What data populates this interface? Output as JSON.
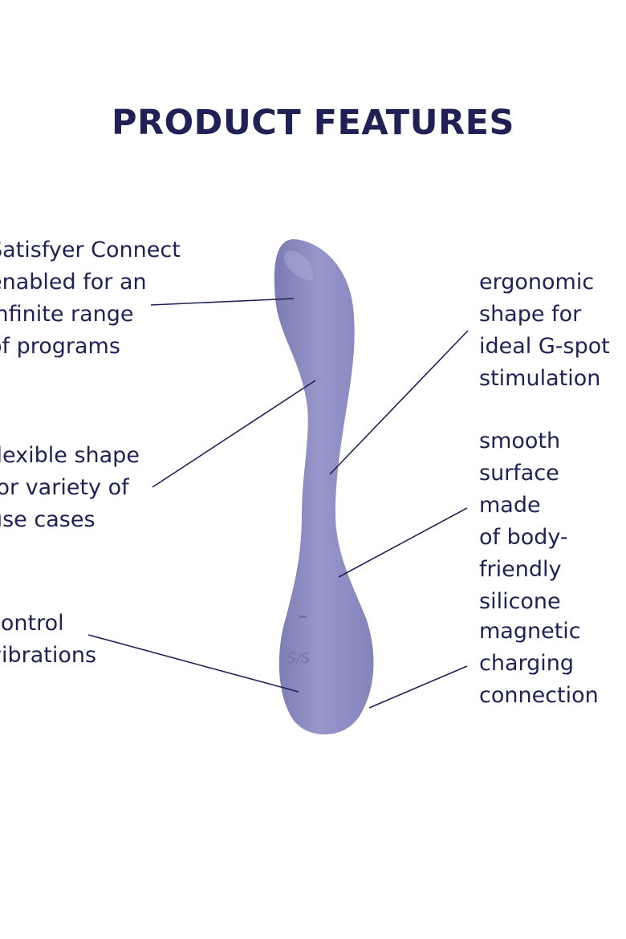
{
  "title": "PRODUCT FEATURES",
  "features": {
    "connect": "Satisfyer Connect\nenabled for an\ninfinite range\nof programs",
    "flexible": "flexible shape\nfor variety of\nuse cases",
    "control": "control\nvibrations",
    "ergonomic": "ergonomic\nshape for\nideal G-spot\nstimulation",
    "surface": "smooth\nsurface made\nof body-\nfriendly\nsilicone",
    "charging": "magnetic\ncharging\nconnection"
  },
  "logo_text": "S/S",
  "colors": {
    "text": "#1f2155",
    "product": "#8f8fc4",
    "product_dark": "#7777ad",
    "product_light": "#a9a9d6",
    "background": "#ffffff"
  }
}
